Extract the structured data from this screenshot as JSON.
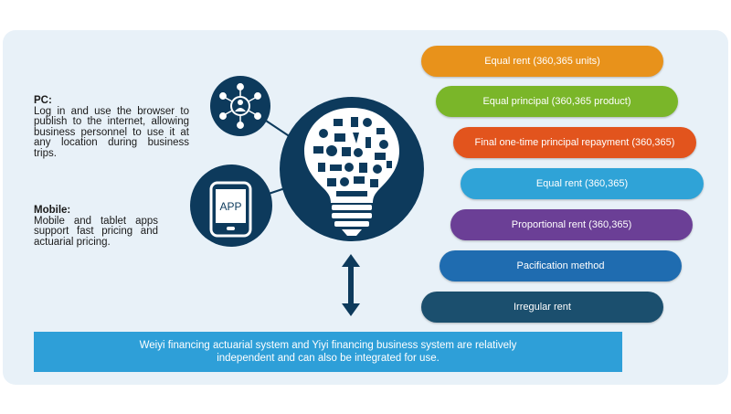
{
  "pc": {
    "title": "PC:",
    "text": "Log in and use the browser to publish to the internet, allowing business personnel to use it at any location during business trips."
  },
  "mobile": {
    "title": "Mobile:",
    "text": "Mobile and tablet apps support fast pricing and actuarial pricing."
  },
  "app_label": "APP",
  "methods": [
    {
      "label": "Equal rent (360,365 units)",
      "color": "#e8921b"
    },
    {
      "label": "Equal principal (360,365 product)",
      "color": "#7ab629"
    },
    {
      "label": "Final one-time principal repayment (360,365)",
      "color": "#e2541d"
    },
    {
      "label": "Equal rent (360,365)",
      "color": "#2fa3d7"
    },
    {
      "label": "Proportional rent (360,365)",
      "color": "#6b3f96"
    },
    {
      "label": "Pacification method",
      "color": "#1f6cb0"
    },
    {
      "label": "Irregular rent",
      "color": "#1b4f6e"
    }
  ],
  "banner": "Weiyi financing actuarial system and Yiyi financing business system are relatively independent and can also be integrated for use."
}
